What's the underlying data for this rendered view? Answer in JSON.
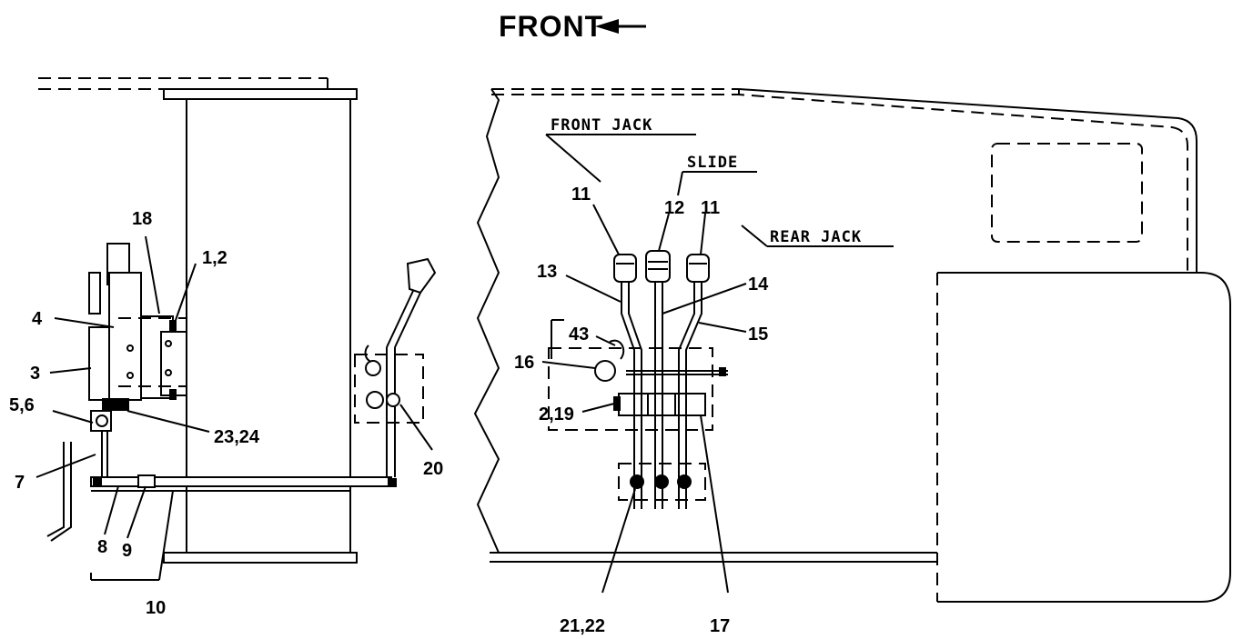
{
  "header": {
    "title": "FRONT"
  },
  "left_view": {
    "callouts": {
      "c18": "18",
      "c1_2": "1,2",
      "c4": "4",
      "c3": "3",
      "c5_6": "5,6",
      "c23_24": "23,24",
      "c7": "7",
      "c8": "8",
      "c9": "9",
      "c10": "10",
      "c20": "20"
    }
  },
  "right_view": {
    "tags": {
      "front_jack": "FRONT JACK",
      "slide": "SLIDE",
      "rear_jack": "REAR JACK"
    },
    "callouts": {
      "c11a": "11",
      "c12": "12",
      "c11b": "11",
      "c13": "13",
      "c14": "14",
      "c15": "15",
      "c43": "43",
      "c16": "16",
      "c2_19": "2,19",
      "c21_22": "21,22",
      "c17": "17"
    }
  },
  "icons": {
    "direction": "arrow-left-icon"
  }
}
